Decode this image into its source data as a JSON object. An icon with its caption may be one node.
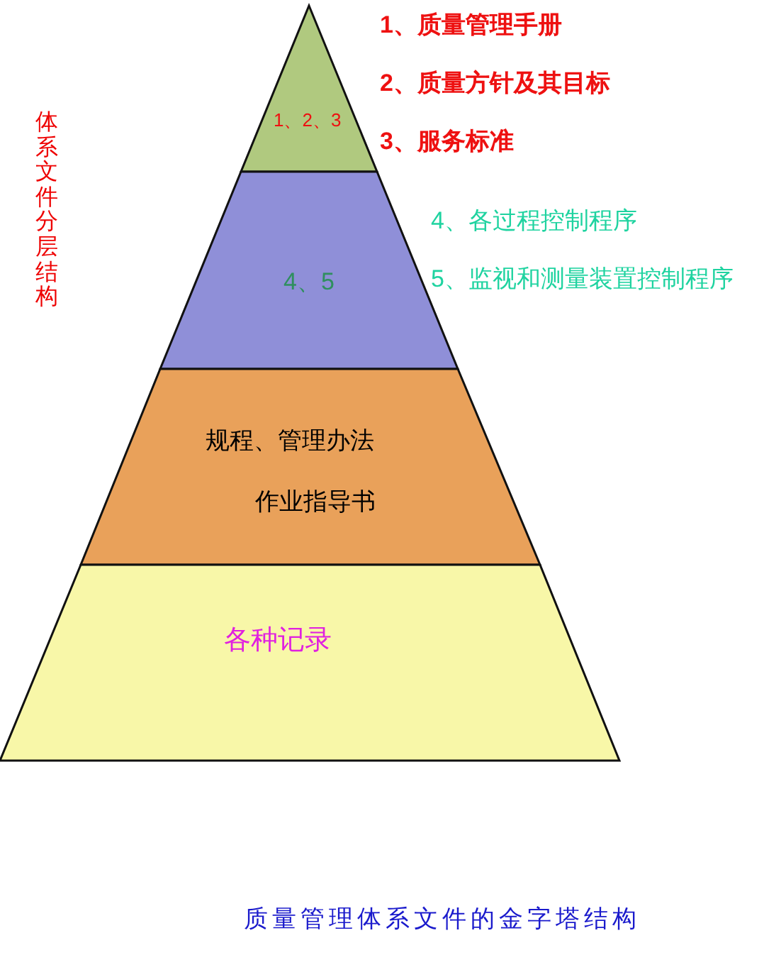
{
  "diagram": {
    "caption": "质量管理体系文件的金字塔结构",
    "nodes": [
      {
        "text": [
          "1、2、3"
        ],
        "beside": [
          "1、质量管理手册",
          "2、质量方针及其目标",
          "3、服务标准"
        ]
      },
      {
        "text": [
          "4、5"
        ],
        "beside": [
          "4、各过程控制程序",
          "5、监视和测量装置控制程序"
        ]
      },
      {
        "text": [
          "规程、管理办法",
          "作业指导书"
        ]
      },
      {
        "text": [
          "各种记录"
        ]
      }
    ],
    "labels": [
      "体系文件分层结构"
    ]
  }
}
